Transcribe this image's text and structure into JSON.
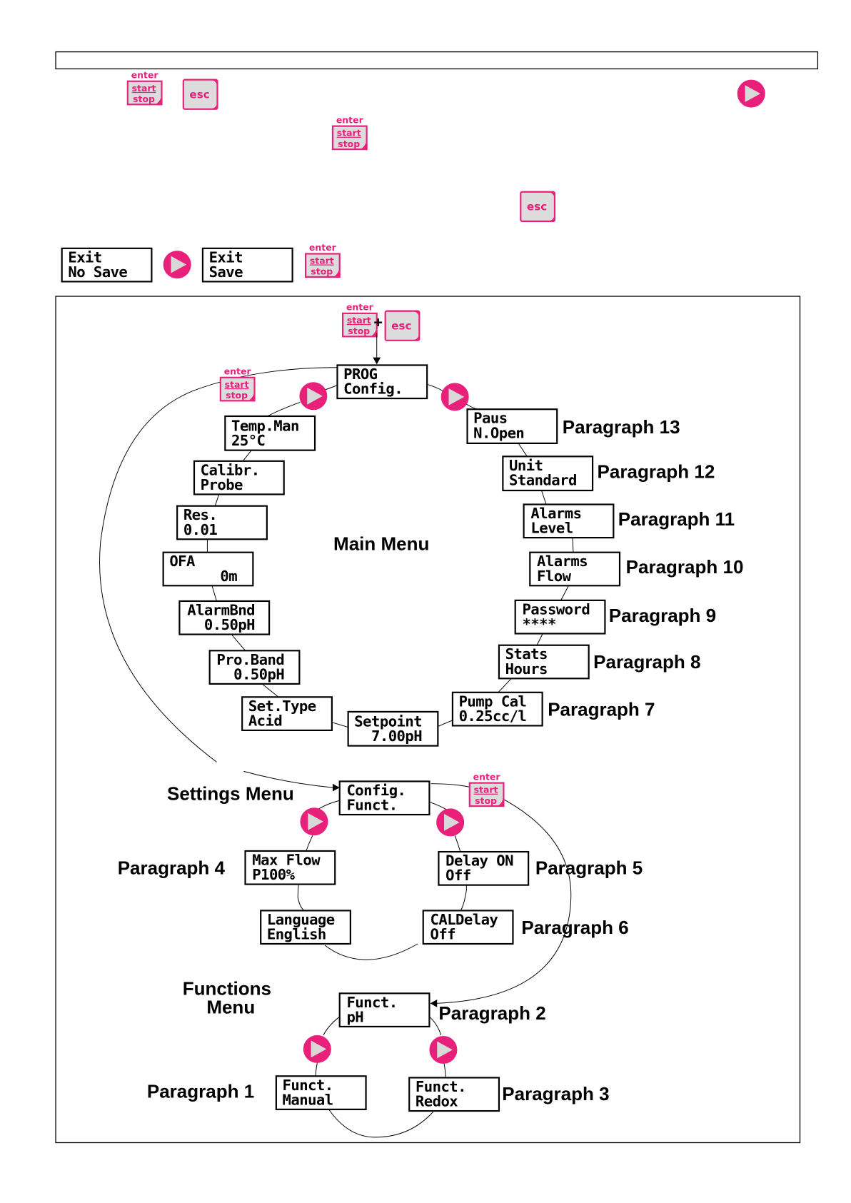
{
  "colors": {
    "accent_pink": "#E8207A",
    "key_gray": "#DCDCDC",
    "arrow_gray": "#D8D8D8"
  },
  "header_box": {
    "text": ""
  },
  "legend": {
    "enter_key": {
      "top": "enter",
      "mid": "start",
      "bottom": "stop"
    },
    "esc_key": {
      "label": "esc"
    },
    "exit_no_save": {
      "line1": "Exit",
      "line2": "No Save"
    },
    "exit_save": {
      "line1": "Exit",
      "line2": "Save"
    }
  },
  "diagram": {
    "entry_combo": {
      "plus": "+"
    },
    "main_menu": {
      "title": "Main Menu",
      "root": {
        "line1": "PROG",
        "line2": "Config."
      },
      "left_items": [
        {
          "line1": "Temp.Man",
          "line2": "25°C"
        },
        {
          "line1": "Calibr.",
          "line2": "Probe"
        },
        {
          "line1": "Res.",
          "line2": "0.01"
        },
        {
          "line1": "OFA",
          "line2": "      0m"
        },
        {
          "line1": "AlarmBnd",
          "line2": "  0.50pH"
        },
        {
          "line1": "Pro.Band",
          "line2": "  0.50pH"
        },
        {
          "line1": "Set.Type",
          "line2": "Acid"
        },
        {
          "line1": "Setpoint",
          "line2": "  7.00pH"
        }
      ],
      "right_items": [
        {
          "line1": "Paus",
          "line2": "N.Open",
          "paragraph": "Paragraph 13"
        },
        {
          "line1": "Unit",
          "line2": "Standard",
          "paragraph": "Paragraph 12"
        },
        {
          "line1": "Alarms",
          "line2": "Level",
          "paragraph": "Paragraph 11"
        },
        {
          "line1": "Alarms",
          "line2": "Flow",
          "paragraph": "Paragraph 10"
        },
        {
          "line1": "Password",
          "line2": "****",
          "paragraph": "Paragraph 9"
        },
        {
          "line1": "Stats",
          "line2": "Hours",
          "paragraph": "Paragraph 8"
        },
        {
          "line1": "Pump Cal",
          "line2": "0.25cc/l",
          "paragraph": "Paragraph 7"
        }
      ]
    },
    "settings_menu": {
      "title": "Settings Menu",
      "root": {
        "line1": "Config.",
        "line2": "Funct."
      },
      "items": [
        {
          "line1": "Max Flow",
          "line2": "P100%",
          "paragraph": "Paragraph 4"
        },
        {
          "line1": "Delay ON",
          "line2": "Off",
          "paragraph": "Paragraph 5"
        },
        {
          "line1": "Language",
          "line2": "English",
          "paragraph": ""
        },
        {
          "line1": "CALDelay",
          "line2": "Off",
          "paragraph": "Paragraph 6"
        }
      ]
    },
    "functions_menu": {
      "title_line1": "Functions",
      "title_line2": "Menu",
      "root": {
        "line1": "Funct.",
        "line2": "pH",
        "paragraph": "Paragraph 2"
      },
      "items": [
        {
          "line1": "Funct.",
          "line2": "Manual",
          "paragraph": "Paragraph 1"
        },
        {
          "line1": "Funct.",
          "line2": "Redox",
          "paragraph": "Paragraph 3"
        }
      ]
    }
  }
}
